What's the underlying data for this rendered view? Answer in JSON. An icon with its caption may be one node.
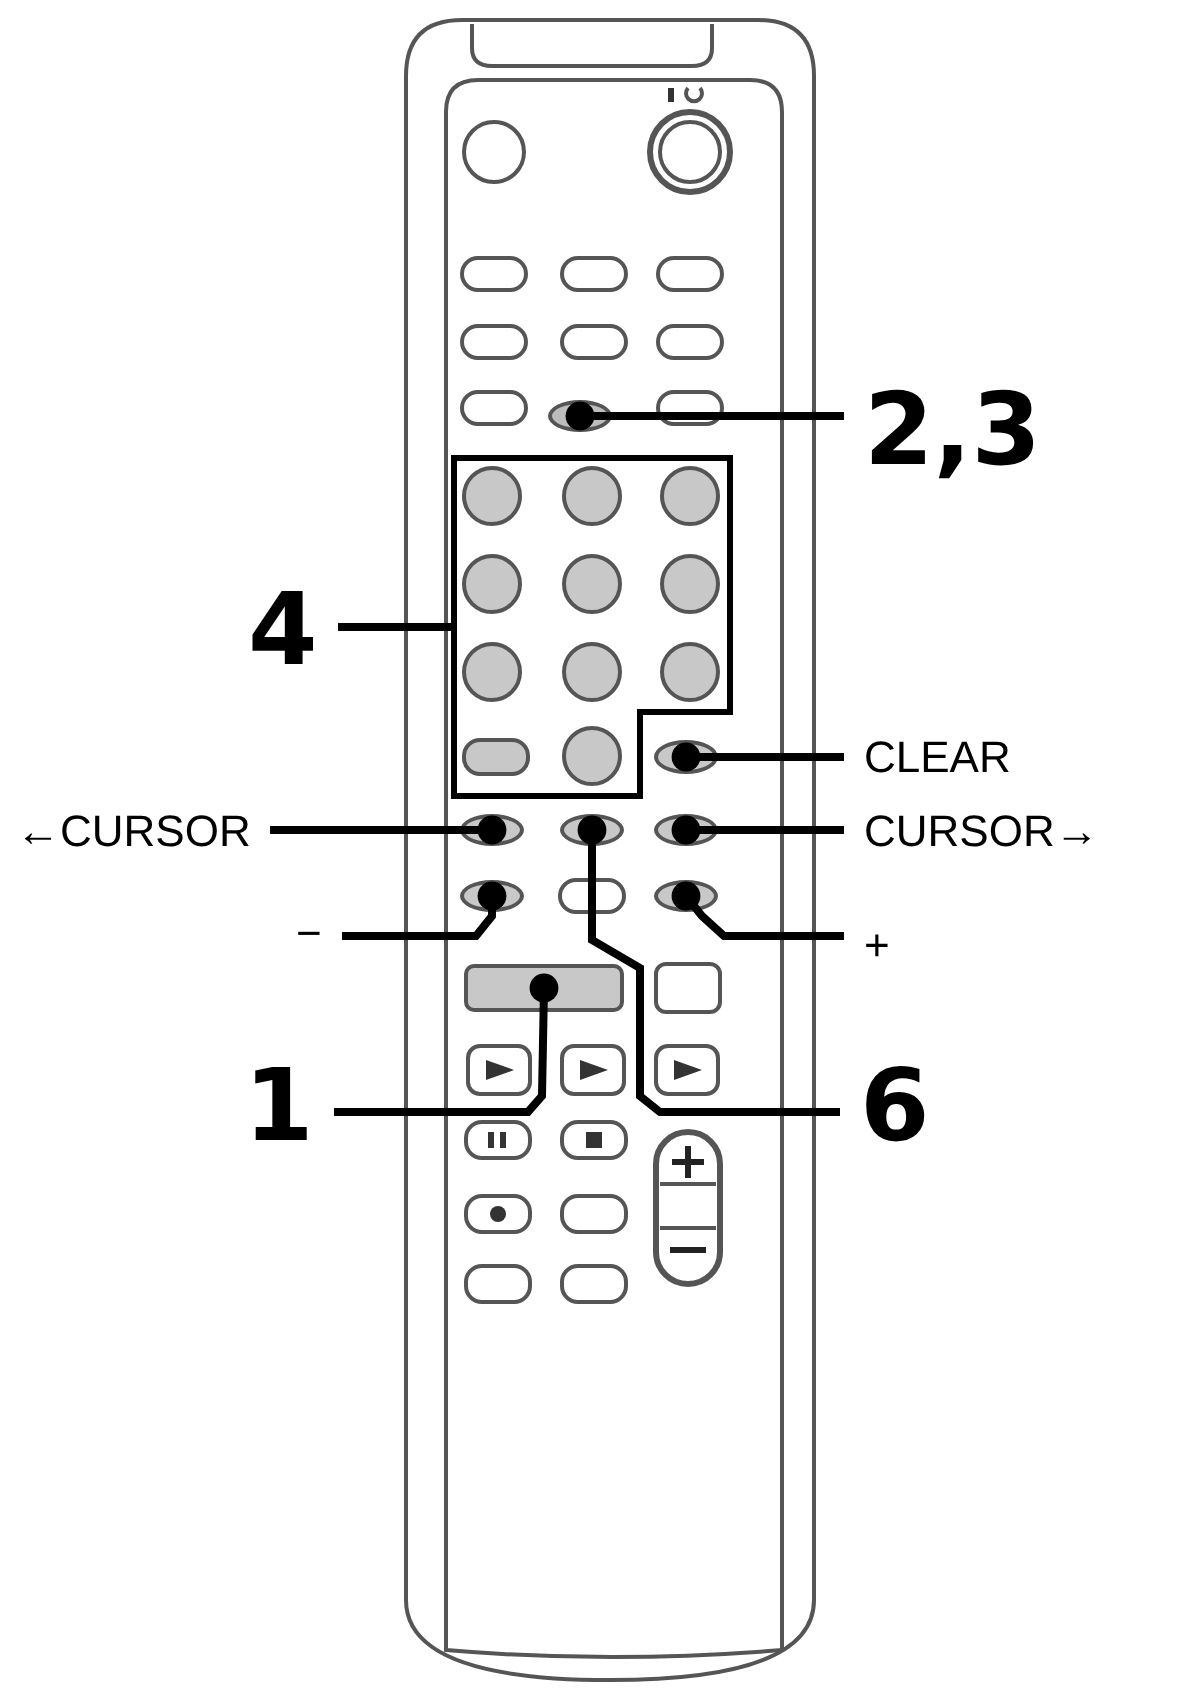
{
  "diagram": {
    "nodes": [
      {
        "text": [
          "2,3"
        ]
      },
      {
        "text": [],
        "shape": "oval"
      },
      {
        "text": [
          "4"
        ]
      },
      {
        "text": [],
        "shape": "box"
      },
      {
        "text": [
          "CLEAR"
        ]
      },
      {
        "text": [],
        "shape": "oval"
      },
      {
        "text": [
          "←CURSOR"
        ]
      },
      {
        "text": [],
        "shape": "oval"
      },
      {
        "text": [
          "CURSOR→"
        ]
      },
      {
        "text": [],
        "shape": "oval"
      },
      {
        "text": [
          "−"
        ]
      },
      {
        "text": [],
        "shape": "oval"
      },
      {
        "text": [
          "+"
        ]
      },
      {
        "text": [],
        "shape": "oval"
      },
      {
        "text": [
          "1"
        ]
      },
      {
        "text": [],
        "shape": "box"
      },
      {
        "text": [
          "6"
        ]
      },
      {
        "text": [],
        "shape": "oval"
      }
    ],
    "edges": [
      {
        "from": 0,
        "to": 1,
        "arrow": "other"
      },
      {
        "from": 2,
        "to": 3,
        "arrow": "none"
      },
      {
        "from": 4,
        "to": 5,
        "arrow": "other"
      },
      {
        "from": 6,
        "to": 7,
        "arrow": "other"
      },
      {
        "from": 8,
        "to": 9,
        "arrow": "other"
      },
      {
        "from": 10,
        "to": 11,
        "arrow": "other"
      },
      {
        "from": 12,
        "to": 13,
        "arrow": "other"
      },
      {
        "from": 14,
        "to": 15,
        "arrow": "other"
      },
      {
        "from": 16,
        "to": 17,
        "arrow": "other"
      }
    ]
  }
}
